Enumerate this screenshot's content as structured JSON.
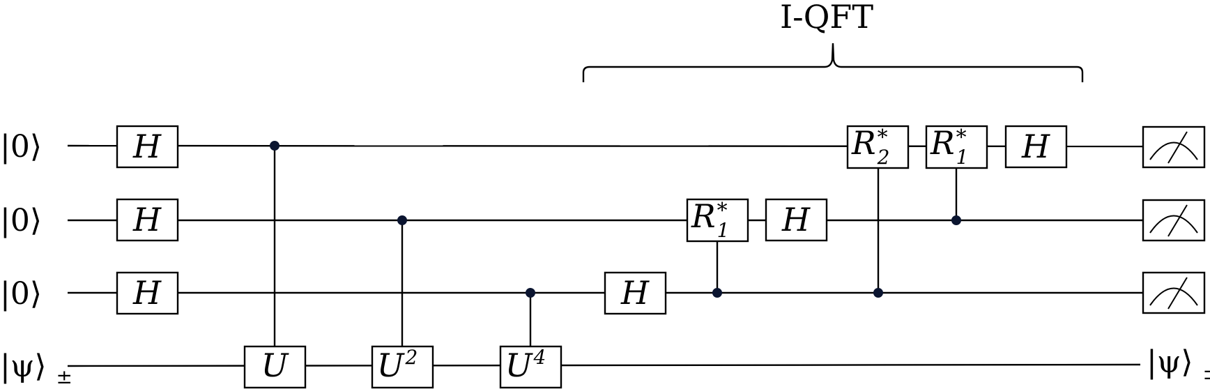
{
  "diagram": {
    "title": "I-QFT",
    "qubits": [
      {
        "label": "|0⟩"
      },
      {
        "label": "|0⟩"
      },
      {
        "label": "|0⟩"
      },
      {
        "label": "|ψ⟩",
        "sub": "±",
        "output_label": "|ψ⟩",
        "output_sub": "±"
      }
    ],
    "gates": {
      "H": "H",
      "U": "U",
      "U2": {
        "base": "U",
        "sup": "2"
      },
      "U4": {
        "base": "U",
        "sup": "4"
      },
      "R1": {
        "base": "R",
        "sub": "1",
        "sup": "*"
      },
      "R2": {
        "base": "R",
        "sub": "2",
        "sup": "*"
      }
    },
    "colors": {
      "wire": "#000000",
      "control_dot": "#0b1530",
      "box_fill": "#ffffff"
    }
  }
}
